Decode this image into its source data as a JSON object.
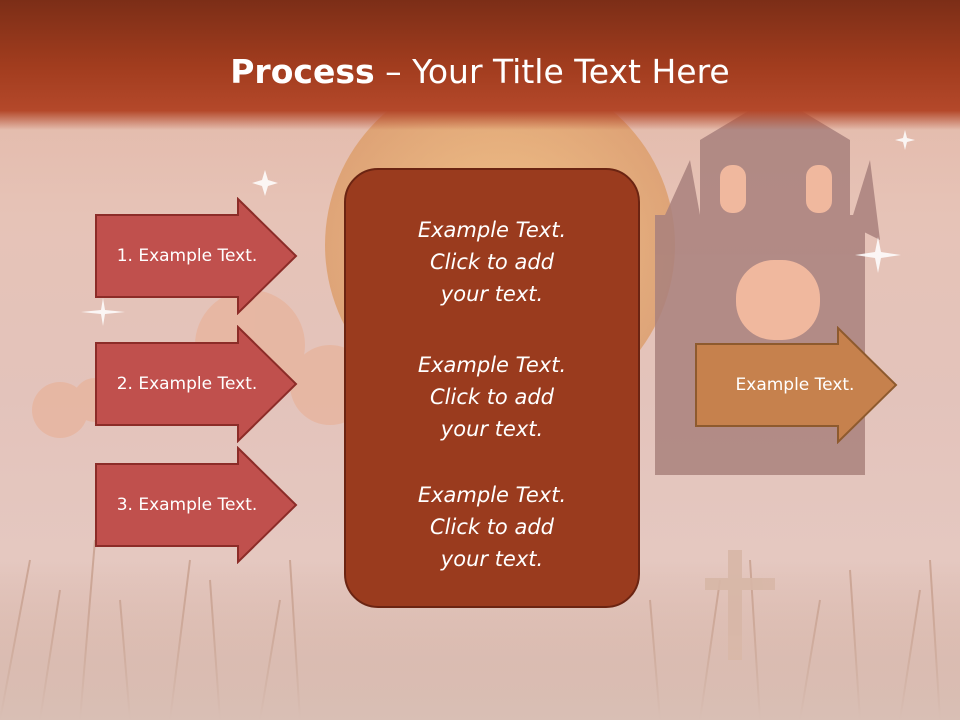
{
  "title": {
    "bold": "Process",
    "separator": " – ",
    "rest": "Your Title Text Here"
  },
  "left_arrows": [
    {
      "label": "1. Example Text."
    },
    {
      "label": "2. Example Text."
    },
    {
      "label": "3. Example Text."
    }
  ],
  "center_blocks": [
    {
      "line1": "Example Text.",
      "line2": "Click  to add",
      "line3": "your text."
    },
    {
      "line1": "Example Text.",
      "line2": "Click  to add",
      "line3": "your text."
    },
    {
      "line1": "Example Text.",
      "line2": "Click  to add",
      "line3": "your text."
    }
  ],
  "right_arrow": {
    "label": "Example Text."
  },
  "colors": {
    "header": "#9e3a1c",
    "left_arrow_fill": "#c0504d",
    "center_fill": "#9a3b1e",
    "right_arrow_fill": "#c6814d"
  }
}
